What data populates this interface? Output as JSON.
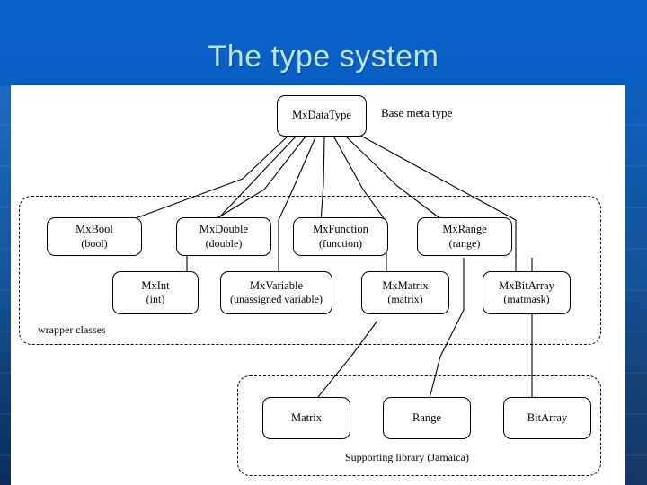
{
  "slide": {
    "title": "The type system",
    "title_color": "#b9e5f7",
    "background_color": "#0a5fc4",
    "panel_color": "#ffffff"
  },
  "diagram": {
    "root": {
      "name": "MxDataType",
      "annotation": "Base meta type"
    },
    "groups": [
      {
        "id": "wrapper",
        "label": "wrapper classes"
      },
      {
        "id": "library",
        "label": "Supporting library (Jamaica)"
      }
    ],
    "wrapper_classes": [
      {
        "name": "MxBool",
        "sub": "(bool)"
      },
      {
        "name": "MxDouble",
        "sub": "(double)"
      },
      {
        "name": "MxFunction",
        "sub": "(function)"
      },
      {
        "name": "MxRange",
        "sub": "(range)"
      },
      {
        "name": "MxInt",
        "sub": "(int)"
      },
      {
        "name": "MxVariable",
        "sub": "(unassigned variable)"
      },
      {
        "name": "MxMatrix",
        "sub": "(matrix)"
      },
      {
        "name": "MxBitArray",
        "sub": "(matmask)"
      }
    ],
    "library_classes": [
      {
        "name": "Matrix"
      },
      {
        "name": "Range"
      },
      {
        "name": "BitArray"
      }
    ],
    "relations": [
      {
        "from": "MxDataType",
        "to": "MxBool"
      },
      {
        "from": "MxDataType",
        "to": "MxInt"
      },
      {
        "from": "MxDataType",
        "to": "MxDouble"
      },
      {
        "from": "MxDataType",
        "to": "MxVariable"
      },
      {
        "from": "MxDataType",
        "to": "MxFunction"
      },
      {
        "from": "MxDataType",
        "to": "MxMatrix"
      },
      {
        "from": "MxDataType",
        "to": "MxRange"
      },
      {
        "from": "MxDataType",
        "to": "MxBitArray"
      },
      {
        "from": "MxMatrix",
        "to": "Matrix"
      },
      {
        "from": "MxRange",
        "to": "Range"
      },
      {
        "from": "MxBitArray",
        "to": "BitArray"
      }
    ]
  }
}
